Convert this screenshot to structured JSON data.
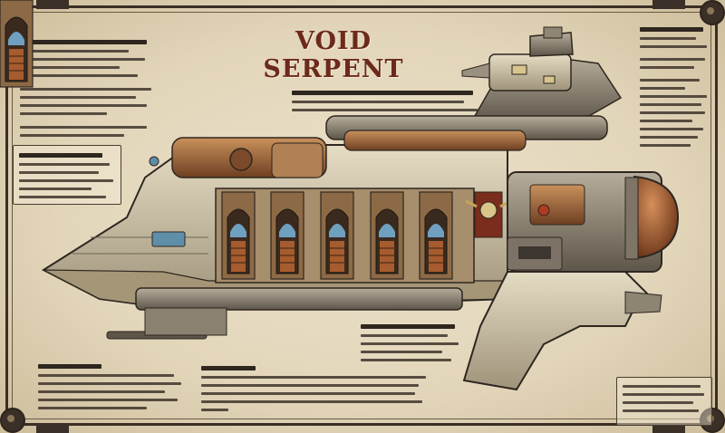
{
  "title": "VOID SERPENT",
  "palette": {
    "paper": "#e2d5b9",
    "ink": "#3a2f25",
    "title": "#6b2a1a",
    "hull": "#cfc3a6",
    "copper": "#9a5a32",
    "engine": "#8a5a3a"
  },
  "annotation_blocks": [
    {
      "id": "top-left-notes"
    },
    {
      "id": "mid-left-notes"
    },
    {
      "id": "center-top-notes"
    },
    {
      "id": "right-top-notes"
    },
    {
      "id": "bottom-left-notes"
    },
    {
      "id": "bottom-center-notes"
    },
    {
      "id": "bottom-center-right-notes"
    },
    {
      "id": "bottom-right-notes"
    }
  ]
}
